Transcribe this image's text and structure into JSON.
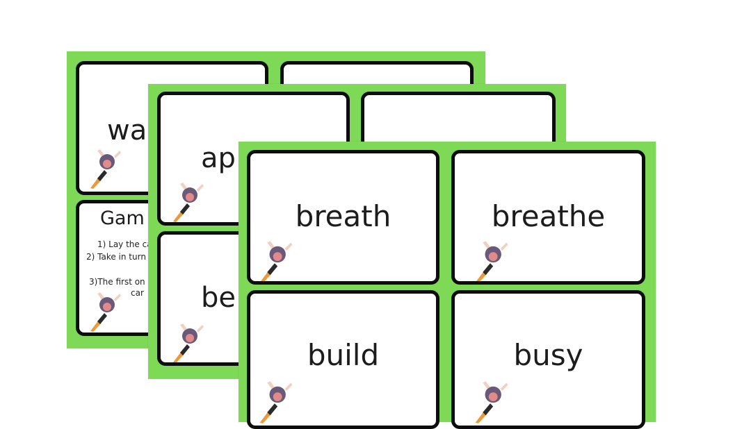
{
  "colors": {
    "sheet_green": "#7ed957",
    "card_border": "#0d0d0d",
    "card_fill": "#ffffff",
    "text": "#1c1c1c"
  },
  "icons": {
    "mascot": "flying-cartoon-character-icon"
  },
  "sheets": {
    "back": {
      "cards": [
        {
          "word": "wa"
        },
        {
          "word": ""
        }
      ],
      "rules_card": {
        "title": "Gam",
        "lines": [
          "1) Lay the ca",
          "2) Take in turn",
          "3)The first on",
          "car"
        ]
      }
    },
    "middle": {
      "cards": [
        {
          "word": "ap"
        },
        {
          "word": ""
        },
        {
          "word": "be"
        }
      ]
    },
    "front": {
      "cards": [
        {
          "word": "breath"
        },
        {
          "word": "breathe"
        },
        {
          "word": "build"
        },
        {
          "word": "busy"
        }
      ]
    }
  }
}
